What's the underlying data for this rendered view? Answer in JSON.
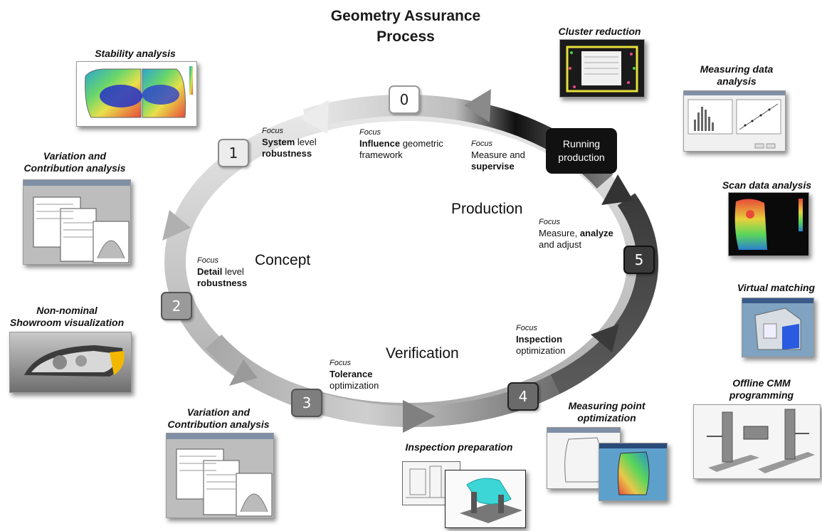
{
  "title_line1": "Geometry Assurance",
  "title_line2": "Process",
  "phases": {
    "concept": "Concept",
    "verification": "Verification",
    "production": "Production"
  },
  "steps": {
    "s0": "0",
    "s1": "1",
    "s2": "2",
    "s3": "3",
    "s4": "4",
    "s5": "5"
  },
  "running": {
    "line1": "Running",
    "line2": "production"
  },
  "focus_label": "Focus",
  "focus": {
    "f0": {
      "b1": "Influence",
      "t1": " geometric",
      "t2": "framework"
    },
    "f1": {
      "b1": "System",
      "t1": " level",
      "b2": "robustness"
    },
    "f2": {
      "b1": "Detail",
      "t1": " level",
      "b2": "robustness"
    },
    "f3": {
      "b1": "Tolerance",
      "t2": "optimization"
    },
    "f4": {
      "b1": "Inspection",
      "t2": "optimization"
    },
    "f5": {
      "t1": "Measure, ",
      "b1": "analyze",
      "t2": "and adjust"
    },
    "frun": {
      "t1": "Measure and",
      "b2": "supervise"
    }
  },
  "captions": {
    "stability": "Stability analysis",
    "var1_l1": "Variation and",
    "var1_l2": "Contribution analysis",
    "nonnom_l1": "Non-nominal",
    "nonnom_l2": "Showroom visualization",
    "var2_l1": "Variation and",
    "var2_l2": "Contribution analysis",
    "inspection": "Inspection preparation",
    "mpo_l1": "Measuring point",
    "mpo_l2": "optimization",
    "cluster": "Cluster reduction",
    "mda_l1": "Measuring data",
    "mda_l2": "analysis",
    "scan": "Scan data analysis",
    "virtual": "Virtual matching",
    "cmm_l1": "Offline CMM",
    "cmm_l2": "programming"
  },
  "colors": {
    "ring_light": "#e4e4e4",
    "ring_mid": "#9a9a9a",
    "ring_dark": "#3a3a3a",
    "black": "#111111"
  }
}
